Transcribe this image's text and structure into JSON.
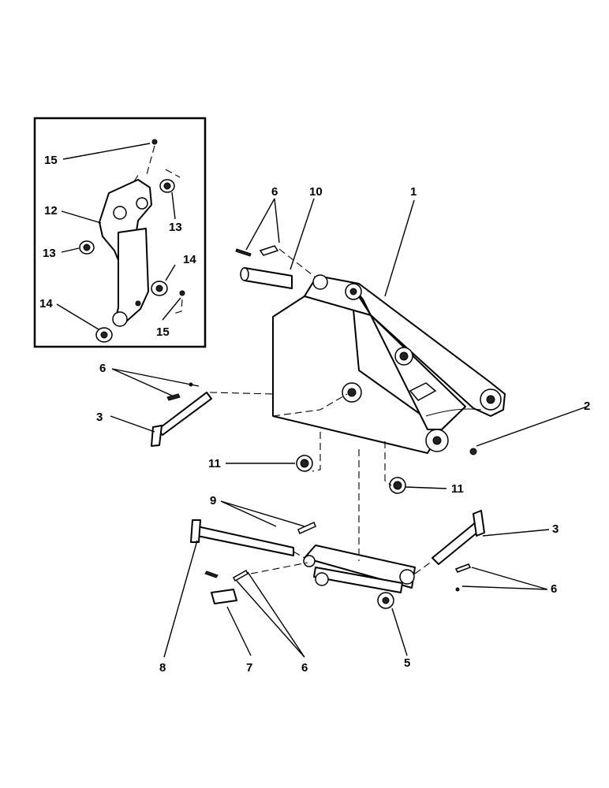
{
  "diagram": {
    "callouts": [
      {
        "id": "c1",
        "text": "1"
      },
      {
        "id": "c2",
        "text": "2"
      },
      {
        "id": "c3a",
        "text": "3"
      },
      {
        "id": "c3b",
        "text": "3"
      },
      {
        "id": "c5",
        "text": "5"
      },
      {
        "id": "c6a",
        "text": "6"
      },
      {
        "id": "c6b",
        "text": "6"
      },
      {
        "id": "c6c",
        "text": "6"
      },
      {
        "id": "c6d",
        "text": "6"
      },
      {
        "id": "c7",
        "text": "7"
      },
      {
        "id": "c8",
        "text": "8"
      },
      {
        "id": "c9",
        "text": "9"
      },
      {
        "id": "c10",
        "text": "10"
      },
      {
        "id": "c11a",
        "text": "11"
      },
      {
        "id": "c11b",
        "text": "11"
      },
      {
        "id": "c12",
        "text": "12"
      },
      {
        "id": "c13a",
        "text": "13"
      },
      {
        "id": "c13b",
        "text": "13"
      },
      {
        "id": "c14a",
        "text": "14"
      },
      {
        "id": "c14b",
        "text": "14"
      },
      {
        "id": "c15a",
        "text": "15"
      },
      {
        "id": "c15b",
        "text": "15"
      }
    ]
  }
}
